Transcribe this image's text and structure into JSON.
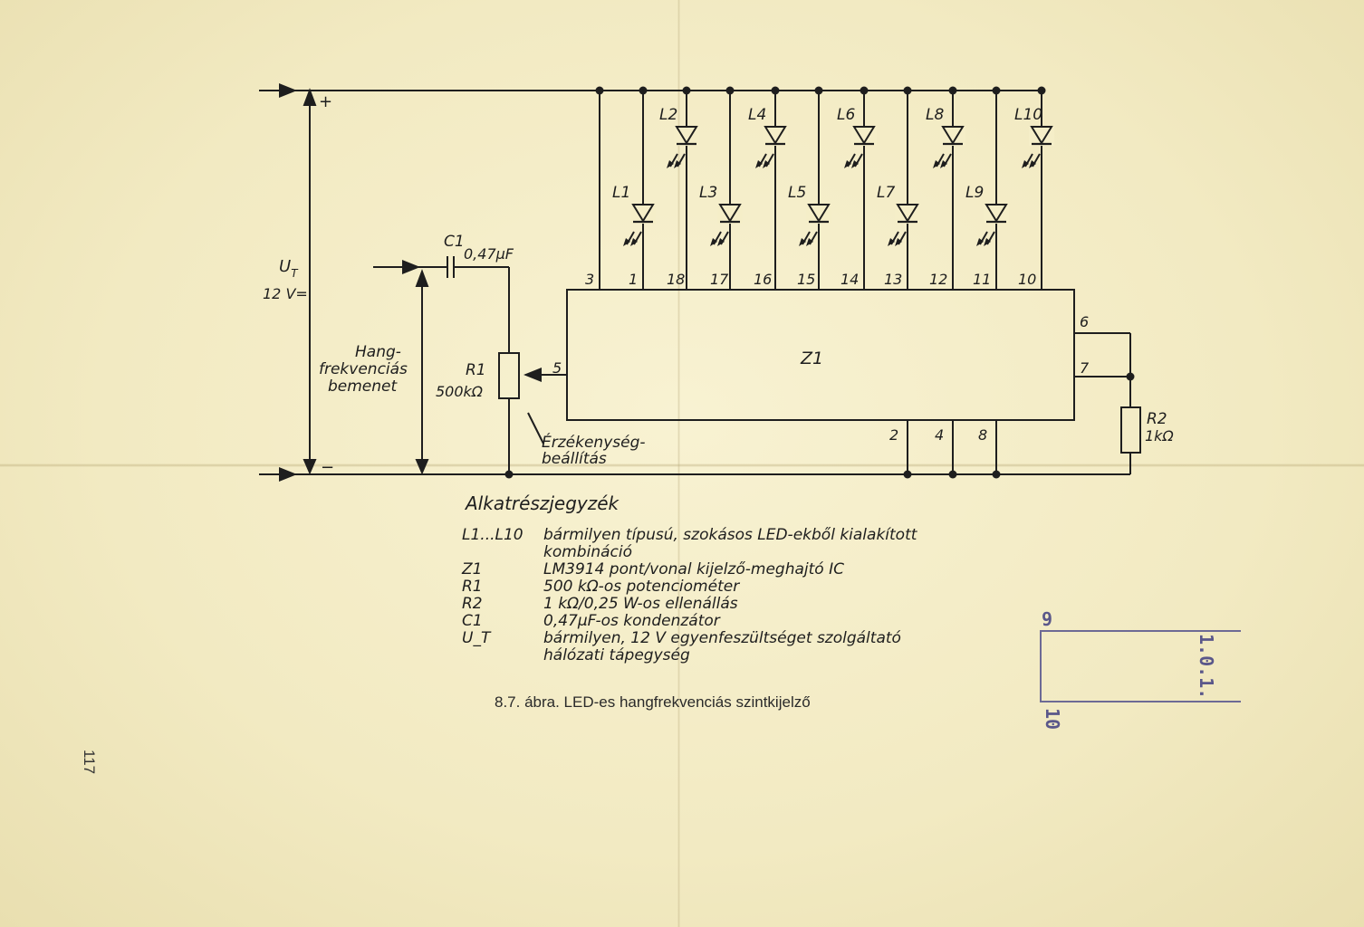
{
  "diagram": {
    "supply": {
      "plus": "+",
      "minus": "−",
      "label": "U",
      "label_sub": "T",
      "voltage": "12 V="
    },
    "input": {
      "line1": "Hang-",
      "line2": "frekvenciás",
      "line3": "bemenet"
    },
    "c1": {
      "name": "C1",
      "value": "0,47μF"
    },
    "r1": {
      "name": "R1",
      "value": "500kΩ"
    },
    "r2": {
      "name": "R2",
      "value": "1kΩ"
    },
    "ic": {
      "name": "Z1"
    },
    "sensitivity": {
      "line1": "Érzékenység-",
      "line2": "beállítás"
    },
    "leds": [
      "L1",
      "L2",
      "L3",
      "L4",
      "L5",
      "L6",
      "L7",
      "L8",
      "L9",
      "L10"
    ],
    "top_pins": [
      "3",
      "1",
      "18",
      "17",
      "16",
      "15",
      "14",
      "13",
      "12",
      "11",
      "10"
    ],
    "pin_5": "5",
    "pin_6": "6",
    "pin_7": "7",
    "bottom_pins": [
      "2",
      "4",
      "8"
    ]
  },
  "parts_list": {
    "title": "Alkatrészjegyzék",
    "rows": [
      {
        "ref": "L1...L10",
        "desc": "bármilyen típusú, szokásos LED-ekből kialakított"
      },
      {
        "ref": "",
        "desc": "kombináció"
      },
      {
        "ref": "Z1",
        "desc": "LM3914 pont/vonal kijelző-meghajtó IC"
      },
      {
        "ref": "R1",
        "desc": "500 kΩ-os potenciométer"
      },
      {
        "ref": "R2",
        "desc": "1 kΩ/0,25 W-os ellenállás"
      },
      {
        "ref": "C1",
        "desc": "0,47μF-os kondenzátor"
      },
      {
        "ref": "U_T",
        "desc": "bármilyen, 12 V egyenfeszültséget szolgáltató"
      },
      {
        "ref": "",
        "desc": "hálózati tápegység"
      }
    ]
  },
  "caption": "8.7. ábra. LED-es hangfrekvenciás szintkijelző",
  "page_number": "117",
  "stamp": {
    "left": "9",
    "bottom": "10",
    "right": "1.0.1."
  },
  "colors": {
    "ink": "#1e1e1e",
    "paper": "#f3ecc4",
    "stamp": "#5a578a"
  }
}
